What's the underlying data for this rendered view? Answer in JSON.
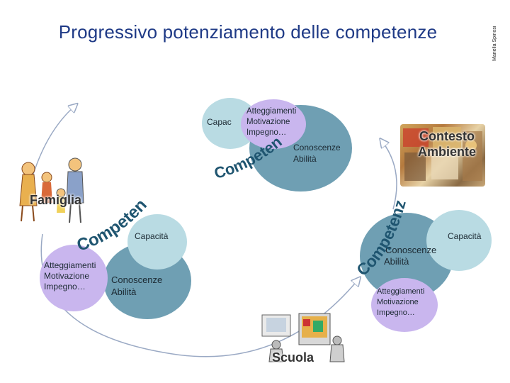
{
  "header": {
    "title": "Progressivo potenziamento delle competenze",
    "author": "Mariella Spinosi"
  },
  "competence_word": "Competenze",
  "stages": {
    "famiglia": {
      "label": "Famiglia",
      "atteggiamenti": "Atteggiamenti",
      "motivazione": "Motivazione",
      "impegno": "Impegno…",
      "capacita": "Capacità",
      "conoscenze": "Conoscenze",
      "abilita": "Abilità"
    },
    "scuola": {
      "label": "Scuola",
      "atteggiamenti": "Atteggiamenti",
      "motivazione": "Motivazione",
      "impegno": "Impegno…",
      "capacita": "Capacità",
      "conoscenze": "Conoscenze",
      "abilita": "Abilità"
    },
    "contesto": {
      "label_line1": "Contesto",
      "label_line2": "Ambiente",
      "atteggiamenti": "Atteggiamenti",
      "motivazione": "Motivazione",
      "impegno": "Impegno…",
      "capacita": "Capac",
      "conoscenze": "Conoscenze",
      "abilita": "Abilità"
    }
  },
  "colors": {
    "title": "#1f3a86",
    "large_circle": "#6f9fb3",
    "capacita_circle": "#b9dbe3",
    "atteggiamenti_circle": "#c9b6ee",
    "arrow": "#9aa9c4",
    "competence_text": "#1f5570"
  }
}
